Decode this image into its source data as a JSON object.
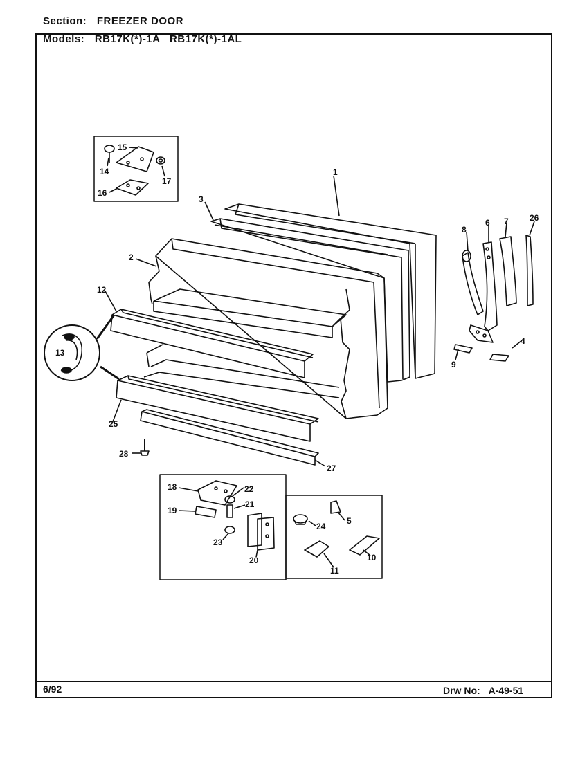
{
  "header": {
    "section_label": "Section:",
    "section_value": "FREEZER DOOR",
    "models_label": "Models:",
    "models_value": "RB17K(*)-1A   RB17K(*)-1AL"
  },
  "footer": {
    "date": "6/92",
    "drawing_label": "Drw No:",
    "drawing_number": "A-49-51"
  },
  "callouts": {
    "c1": "1",
    "c2": "2",
    "c3": "3",
    "c4": "4",
    "c5": "5",
    "c6": "6",
    "c7": "7",
    "c8": "8",
    "c9": "9",
    "c10": "10",
    "c11": "11",
    "c12": "12",
    "c13": "13",
    "c14": "14",
    "c15": "15",
    "c16": "16",
    "c17": "17",
    "c18": "18",
    "c19": "19",
    "c20": "20",
    "c21": "21",
    "c22": "22",
    "c23": "23",
    "c24": "24",
    "c25": "25",
    "c26": "26",
    "c27": "27",
    "c28": "28"
  }
}
